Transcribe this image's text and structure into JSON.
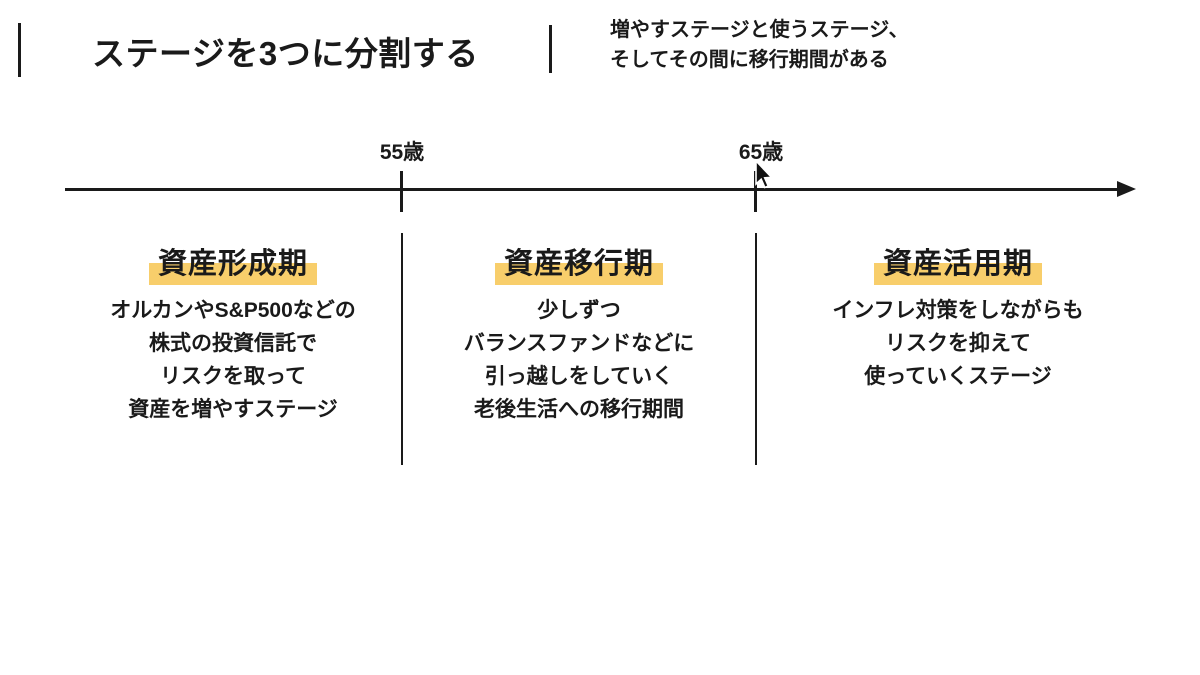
{
  "header": {
    "title": "ステージを3つに分割する",
    "subtitle_line1": "増やすステージと使うステージ、",
    "subtitle_line2": "そしてその間に移行期間がある"
  },
  "timeline": {
    "markers": [
      {
        "label": "55歳"
      },
      {
        "label": "65歳"
      }
    ]
  },
  "stages": [
    {
      "heading": "資産形成期",
      "lines": [
        "オルカンやS&P500などの",
        "株式の投資信託で",
        "リスクを取って",
        "資産を増やすステージ"
      ]
    },
    {
      "heading": "資産移行期",
      "lines": [
        "少しずつ",
        "バランスファンドなどに",
        "引っ越しをしていく",
        "老後生活への移行期間"
      ]
    },
    {
      "heading": "資産活用期",
      "lines": [
        "インフレ対策をしながらも",
        "リスクを抑えて",
        "使っていくステージ"
      ]
    }
  ],
  "colors": {
    "highlight": "#F8CE6B",
    "text": "#1A1A1A",
    "background": "#FFFFFF"
  }
}
